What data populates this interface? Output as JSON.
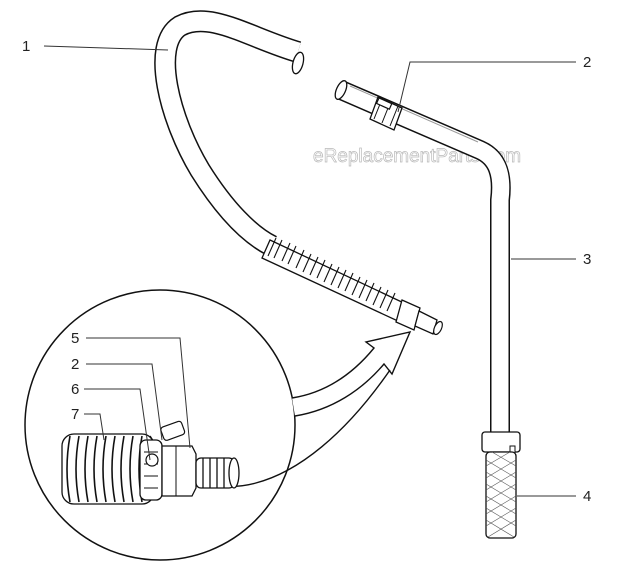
{
  "watermark": "eReplacementParts.com",
  "callouts": {
    "hose": "1",
    "clamp_top": "2",
    "suction_tube": "3",
    "strainer": "4",
    "fitting": "5",
    "clamp_detail": "2",
    "clamp_screw": "6",
    "hose_end": "7"
  },
  "parts": [
    {
      "label": "1",
      "icon": "curved-hose"
    },
    {
      "label": "2",
      "icon": "hose-clamp"
    },
    {
      "label": "3",
      "icon": "suction-tube"
    },
    {
      "label": "4",
      "icon": "inlet-strainer"
    },
    {
      "label": "5",
      "icon": "barbed-fitting"
    },
    {
      "label": "6",
      "icon": "clamp-screw"
    },
    {
      "label": "7",
      "icon": "hose-end"
    }
  ],
  "colors": {
    "line": "#111111",
    "fill": "#ffffff",
    "watermark": "#b9b9b9"
  }
}
